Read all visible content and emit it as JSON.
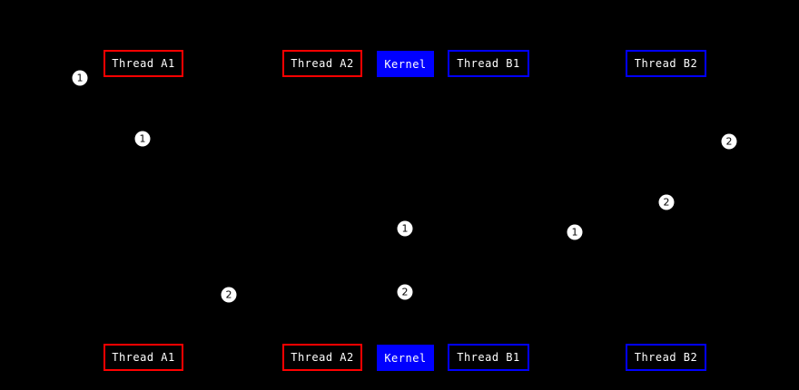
{
  "diagram": {
    "type": "sequence-diagram",
    "background_color": "#000000",
    "colors": {
      "thread_a_border": "#ff0000",
      "thread_b_border": "#0000ff",
      "kernel_fill": "#0000ff",
      "actor_fill": "#000000",
      "label_text": "#ffffff",
      "marker_fill": "#ffffff",
      "marker_text": "#000000"
    },
    "actors": [
      {
        "id": "thread-a1",
        "label": "Thread A1"
      },
      {
        "id": "thread-a2",
        "label": "Thread A2"
      },
      {
        "id": "kernel",
        "label": "Kernel"
      },
      {
        "id": "thread-b1",
        "label": "Thread B1"
      },
      {
        "id": "thread-b2",
        "label": "Thread B2"
      }
    ],
    "markers": [
      {
        "label": "1"
      },
      {
        "label": "1"
      },
      {
        "label": "2"
      },
      {
        "label": "2"
      },
      {
        "label": "1"
      },
      {
        "label": "1"
      },
      {
        "label": "2"
      },
      {
        "label": "2"
      }
    ]
  }
}
